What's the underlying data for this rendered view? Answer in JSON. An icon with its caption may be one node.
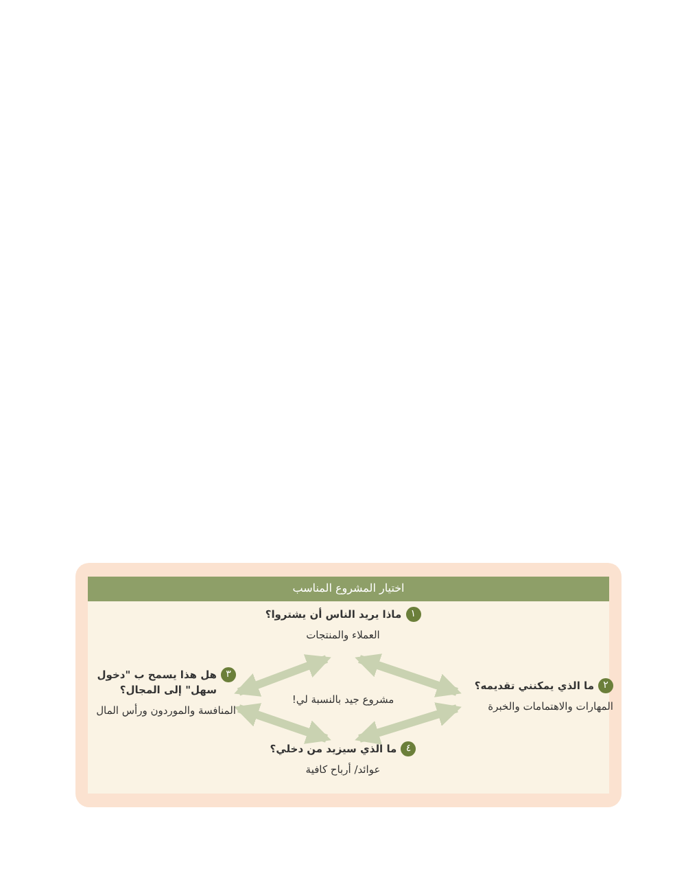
{
  "diagram": {
    "title": "اختيار المشروع المناسب",
    "nodes": [
      {
        "text": [
          "١",
          "ماذا يريد الناس أن يشتروا؟",
          "العملاء والمنتجات"
        ]
      },
      {
        "text": [
          "٢",
          "ما الذي يمكنني تقديمه؟",
          "المهارات والاهتمامات والخبرة"
        ]
      },
      {
        "text": [
          "٣",
          "هل هذا يسمح ب \"دخول سهل\" إلى المجال؟",
          "المنافسة والموردون ورأس المال"
        ]
      },
      {
        "text": [
          "٤",
          "ما الذي سيزيد من دخلي؟",
          "عوائد/ أرباح كافية"
        ]
      }
    ],
    "edges": [
      {
        "from": 0,
        "to": 1,
        "arrow": "both"
      },
      {
        "from": 0,
        "to": 2,
        "arrow": "both"
      },
      {
        "from": 3,
        "to": 2,
        "arrow": "both"
      },
      {
        "from": 3,
        "to": 1,
        "arrow": "both"
      }
    ],
    "labels": [
      "مشروع جيد بالنسبة لي!"
    ]
  }
}
